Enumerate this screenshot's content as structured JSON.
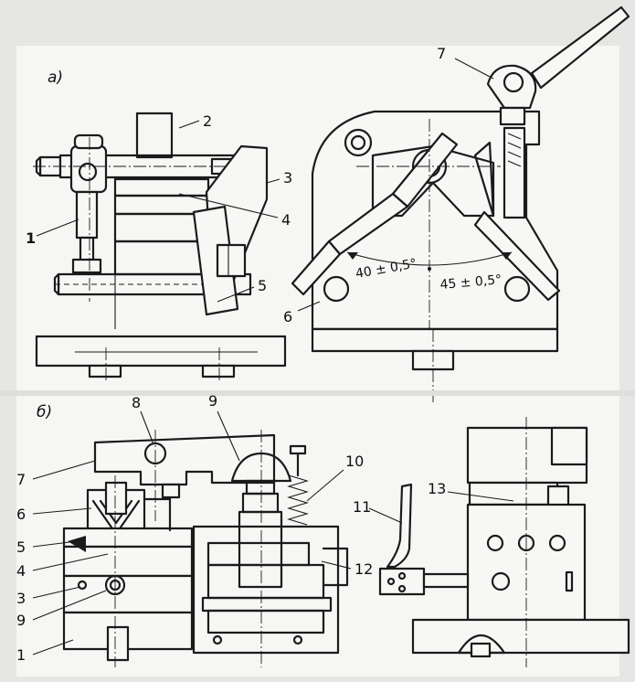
{
  "views": {
    "a": {
      "label": "а)"
    },
    "b": {
      "label": "б)"
    }
  },
  "callouts_a": {
    "n1": "1",
    "n2": "2",
    "n3": "3",
    "n4": "4",
    "n5": "5",
    "n6": "6",
    "n7": "7"
  },
  "dimensions": {
    "angle_left": "40 ± 0,5°",
    "angle_right": "45 ± 0,5°"
  },
  "callouts_b": {
    "n8": "8",
    "n9_top": "9",
    "n10": "10",
    "n7": "7",
    "n6": "6",
    "n5": "5",
    "n4": "4",
    "n3": "3",
    "n9_left": "9",
    "n1": "1",
    "n11": "11",
    "n12": "12",
    "n13": "13"
  }
}
